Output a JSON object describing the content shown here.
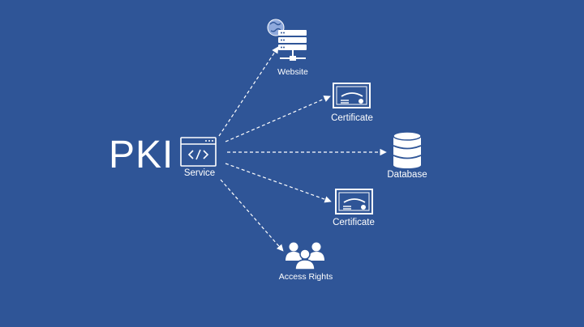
{
  "diagram": {
    "title": "PKI",
    "service": {
      "label": "Service",
      "icon": "code-window-icon"
    },
    "targets": [
      {
        "id": "website",
        "label": "Website",
        "icon": "web-server-icon"
      },
      {
        "id": "certificate-1",
        "label": "Certificate",
        "icon": "certificate-icon"
      },
      {
        "id": "database",
        "label": "Database",
        "icon": "database-icon"
      },
      {
        "id": "certificate-2",
        "label": "Certificate",
        "icon": "certificate-icon"
      },
      {
        "id": "access-rights",
        "label": "Access Rights",
        "icon": "users-group-icon"
      }
    ]
  },
  "colors": {
    "background": "#2f5597",
    "foreground": "#ffffff",
    "globe": "#8fa9dc"
  }
}
